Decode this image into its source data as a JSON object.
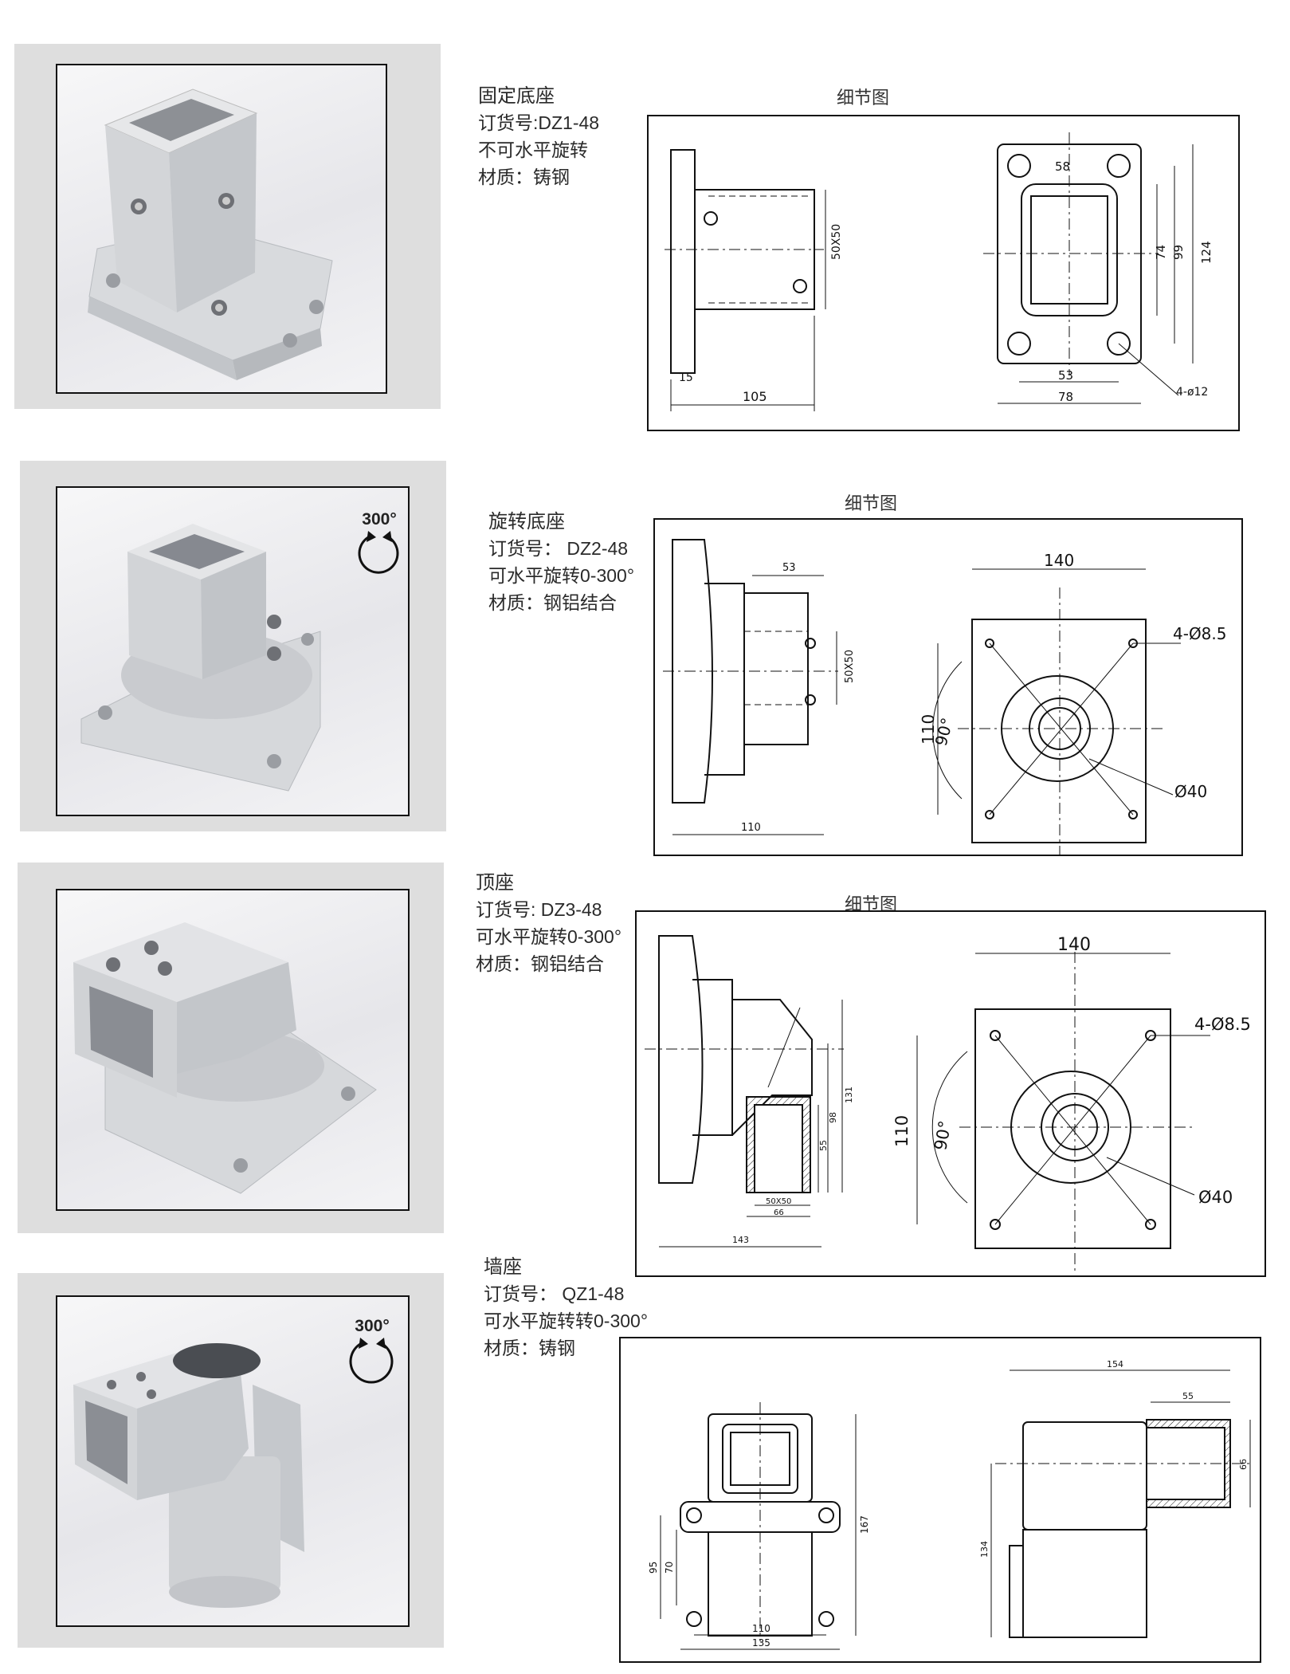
{
  "products": [
    {
      "name": "固定底座",
      "order": "订货号:DZ1-48",
      "rotation": "不可水平旋转",
      "material": "材质：铸钢",
      "detail_label": "细节图",
      "dims": {
        "d1": "50X50",
        "d2": "15",
        "d3": "105",
        "d4": "58",
        "d5": "74",
        "d6": "99",
        "d7": "124",
        "d8": "53",
        "d9": "78",
        "d10": "4-ø12"
      }
    },
    {
      "name": "旋转底座",
      "order": "订货号：  DZ2-48",
      "rotation": "可水平旋转0-300°",
      "material": "材质：钢铝结合",
      "detail_label": "细节图",
      "badge": "300°",
      "dims": {
        "d1": "53",
        "d2": "50X50",
        "d3": "110",
        "d4": "140",
        "d5": "4-Ø8.5",
        "d6": "110",
        "d7": "90°",
        "d8": "Ø40"
      }
    },
    {
      "name": "顶座",
      "order": "订货号: DZ3-48",
      "rotation": "可水平旋转0-300°",
      "material": "材质：钢铝结合",
      "detail_label": "细节图",
      "dims": {
        "d1": "131",
        "d2": "98",
        "d3": "55",
        "d4": "50X50",
        "d5": "66",
        "d6": "143",
        "d7": "140",
        "d8": "4-Ø8.5",
        "d9": "110",
        "d10": "90°",
        "d11": "Ø40"
      }
    },
    {
      "name": "墙座",
      "order": "订货号：  QZ1-48",
      "rotation": "可水平旋转转0-300°",
      "material": "材质：铸钢",
      "badge": "300°",
      "dims": {
        "d1": "95",
        "d2": "70",
        "d3": "167",
        "d4": "110",
        "d5": "135",
        "d6": "154",
        "d7": "55",
        "d8": "66",
        "d9": "134"
      }
    }
  ]
}
